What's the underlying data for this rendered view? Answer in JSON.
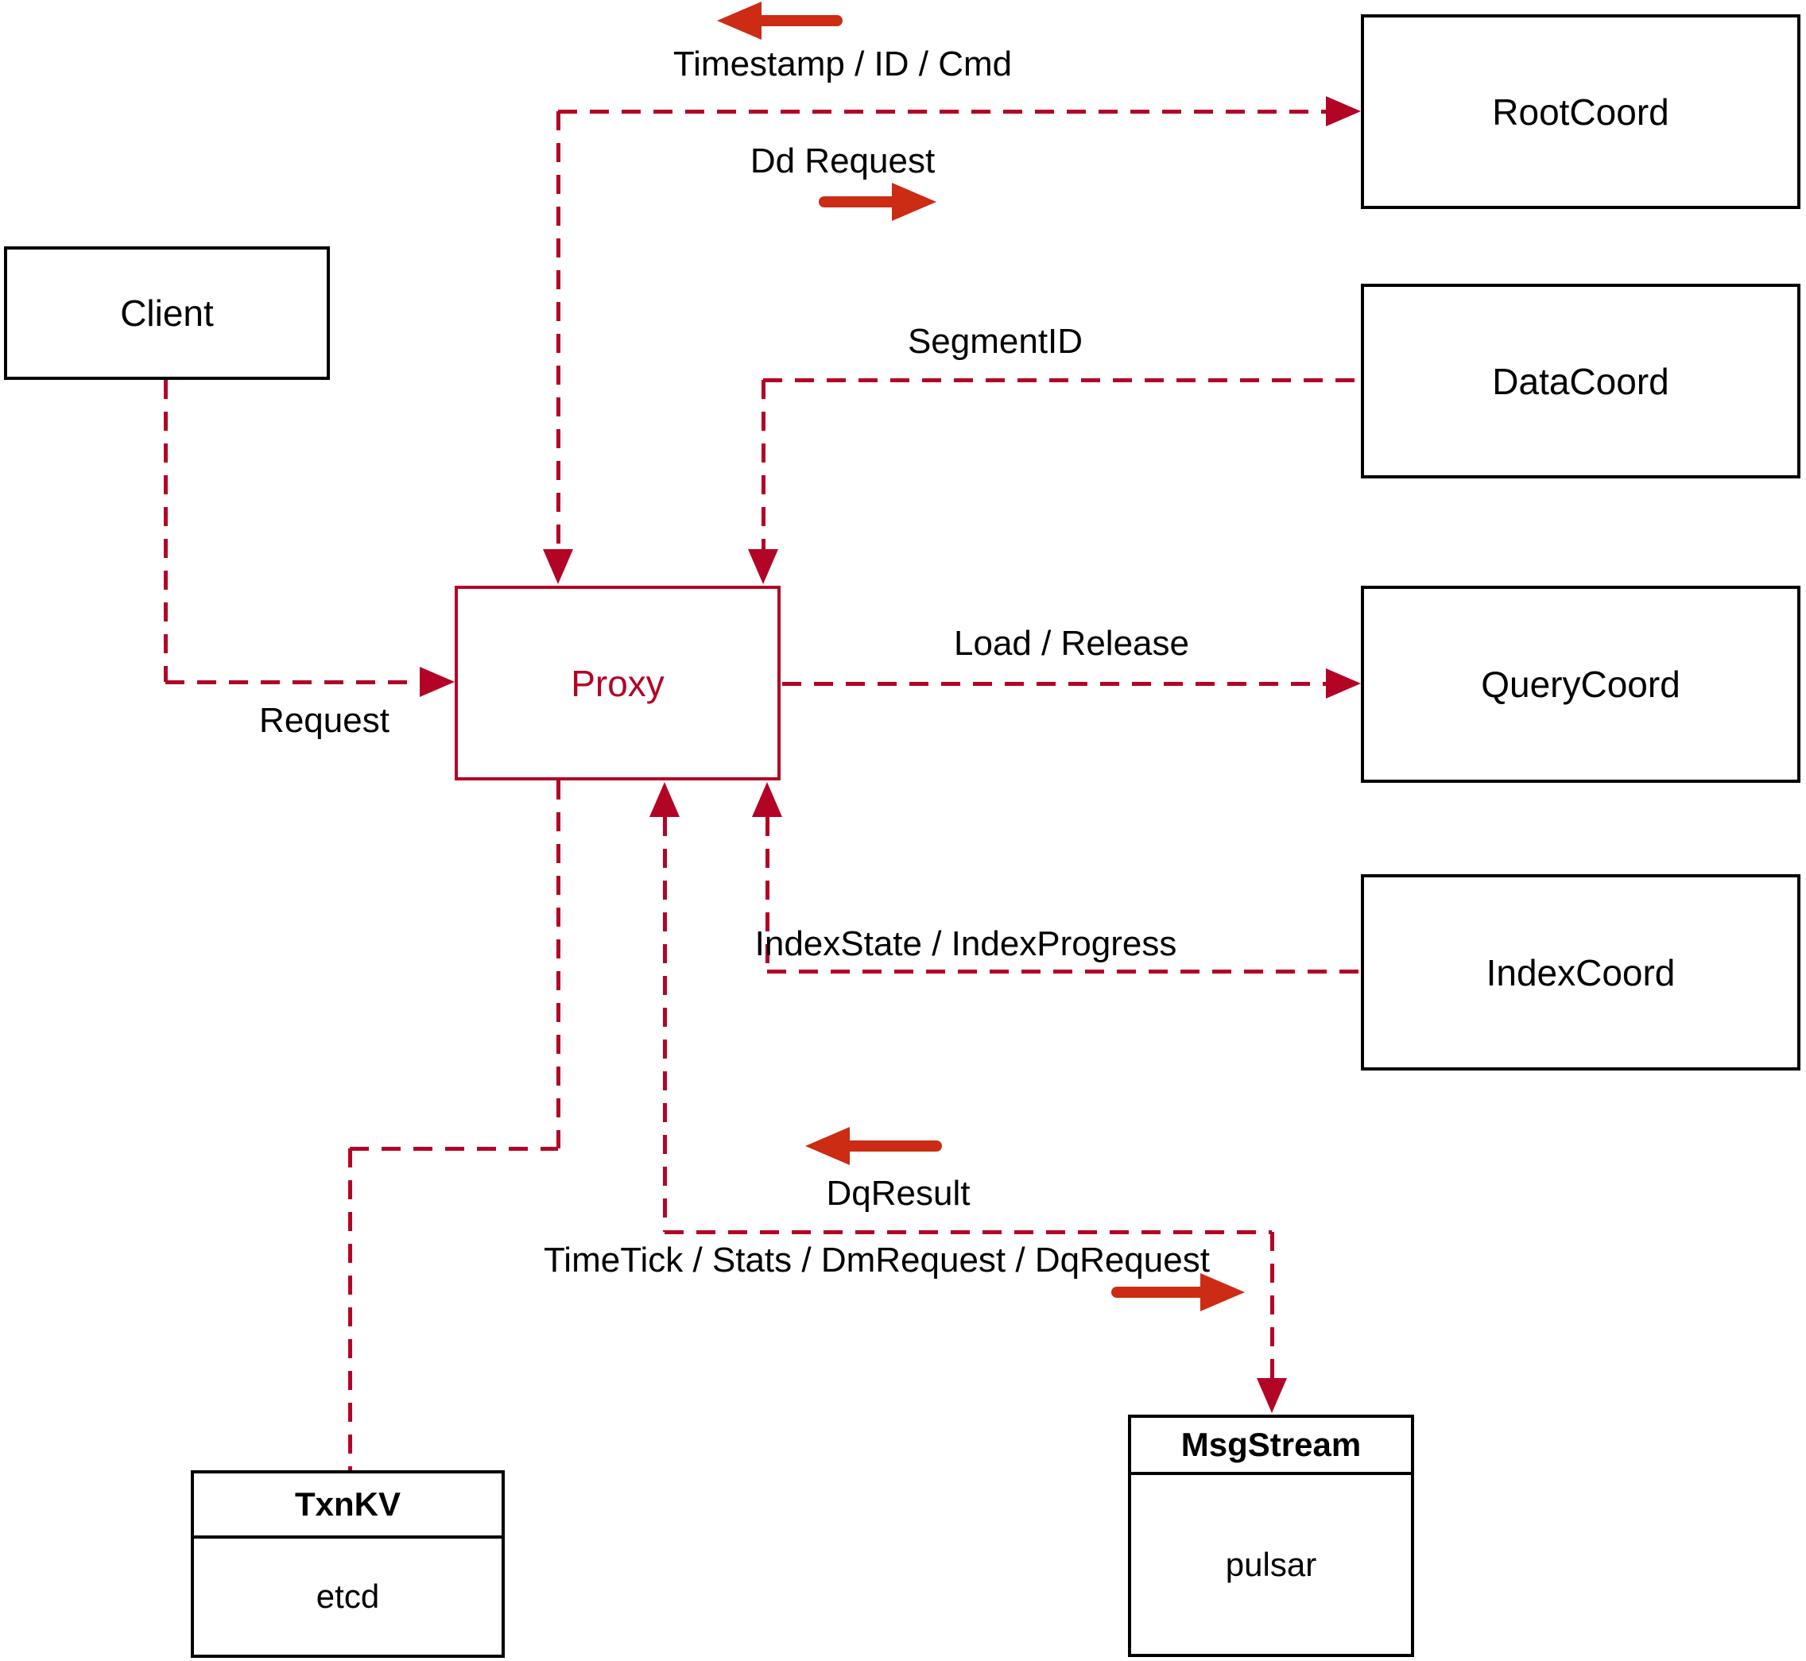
{
  "colors": {
    "dashed_line": "#b30426",
    "solid_arrow": "#cc2b14",
    "box_border": "#000000",
    "box_fill": "#ffffff",
    "text": "#000000",
    "background": "#ffffff"
  },
  "nodes": {
    "client": {
      "label": "Client"
    },
    "proxy": {
      "label": "Proxy"
    },
    "root_coord": {
      "label": "RootCoord"
    },
    "data_coord": {
      "label": "DataCoord"
    },
    "query_coord": {
      "label": "QueryCoord"
    },
    "index_coord": {
      "label": "IndexCoord"
    },
    "txn_kv": {
      "title": "TxnKV",
      "subtitle": "etcd"
    },
    "msg_stream": {
      "title": "MsgStream",
      "subtitle": "pulsar"
    }
  },
  "edges": {
    "proxy_root": {
      "label_return": "Timestamp / ID / Cmd",
      "label_send": "Dd Request"
    },
    "data_proxy": {
      "label": "SegmentID"
    },
    "proxy_query": {
      "label": "Load / Release"
    },
    "index_proxy": {
      "label": "IndexState / IndexProgress"
    },
    "client_proxy": {
      "label": "Request"
    },
    "proxy_msg": {
      "label_return": "DqResult",
      "label_send": "TimeTick / Stats / DmRequest / DqRequest"
    }
  }
}
